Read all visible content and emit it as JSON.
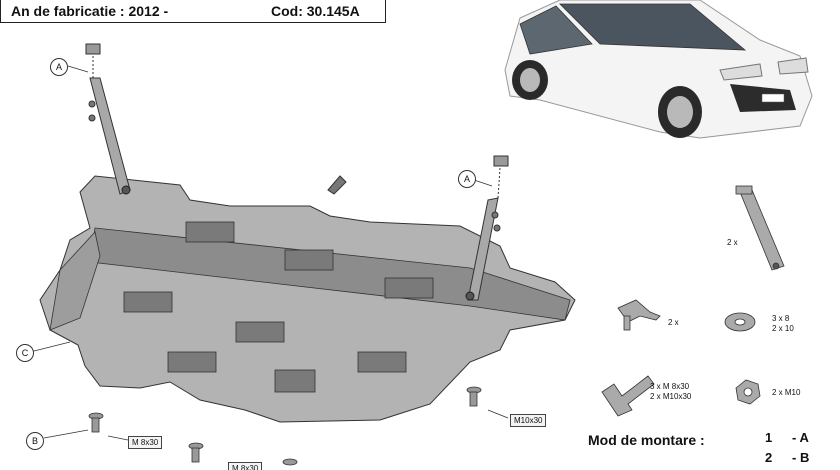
{
  "header": {
    "year_text": "An de fabricatie : 2012 -",
    "code_text": "Cod: 30.145A"
  },
  "callouts": {
    "a1": "A",
    "a2": "A",
    "b": "B",
    "c": "C"
  },
  "bolt_boxes": {
    "m8_left": "M 8x30",
    "m10_right": "M10x30",
    "m8_bottom": "M 8x30"
  },
  "parts": {
    "bracket_qty": "2 x",
    "clip_qty": "2 x",
    "washer_qty_line1": "3 x   8",
    "washer_qty_line2": "2 x  10",
    "bolt_line1": "3 x  M 8x30",
    "bolt_line2": "2 x  M10x30",
    "nut_text": "2 x    M10"
  },
  "mounting": {
    "title": "Mod de montare :",
    "steps": [
      {
        "num": "1",
        "letter": "- A"
      },
      {
        "num": "2",
        "letter": "- B"
      }
    ]
  }
}
